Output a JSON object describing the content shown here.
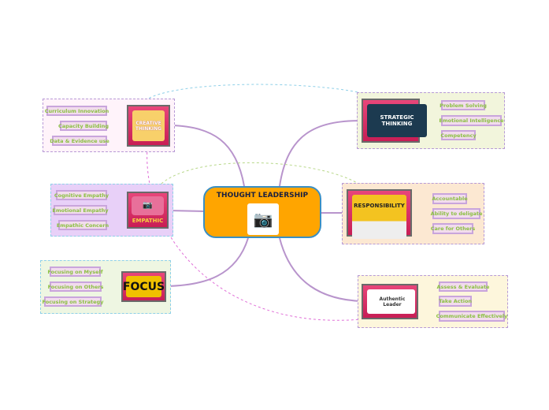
{
  "central": {
    "title": "THOUGHT LEADERSHIP",
    "image_icon": "camera-placeholder-icon"
  },
  "branches": [
    {
      "id": "creative",
      "label": "CREATIVE THINKING",
      "leaves": [
        "Curriculum Innovation",
        "Capacity Building",
        "Data & Evidence use"
      ]
    },
    {
      "id": "empathic",
      "label": "EMPATHIC",
      "leaves": [
        "Cognitive Empathy",
        "Emotional Empathy",
        "Empathic Concern"
      ]
    },
    {
      "id": "focus",
      "label": "FOCUS",
      "leaves": [
        "Focusing on Myself",
        "Focusing on Others",
        "Focusing on Strategy"
      ]
    },
    {
      "id": "strategic",
      "label": "STRATEGIC THINKING",
      "leaves": [
        "Problem Solving",
        "Emotional Intelligence",
        "Competency"
      ]
    },
    {
      "id": "responsibility",
      "label": "RESPONSIBILITY",
      "leaves": [
        "Accountable",
        "Ability to deligate",
        "Care for Others"
      ]
    },
    {
      "id": "authentic",
      "label": "Authentic Leader",
      "leaves": [
        "Assess & Evaluate",
        "Take Action",
        "Communicate Effectively"
      ]
    }
  ],
  "colors": {
    "central": "#FFA500",
    "connector": "#B894CC",
    "node": "#D8286A"
  }
}
